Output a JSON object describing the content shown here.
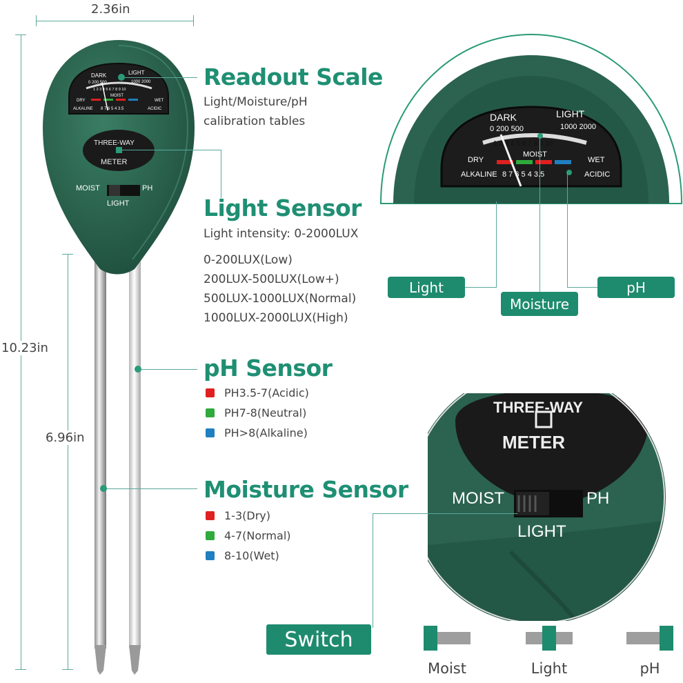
{
  "dimensions": {
    "width": "2.36in",
    "height": "10.23in",
    "probe_length": "6.96in"
  },
  "device": {
    "badge_top": "THREE-WAY",
    "badge_bottom": "METER",
    "switch_left": "MOIST",
    "switch_right": "PH",
    "switch_bottom": "LIGHT"
  },
  "scale": {
    "dark": "DARK",
    "light": "LIGHT",
    "lux_left": "0 200 500",
    "lux_right": "1000 2000",
    "moisture_digits": "1 2 3 4 5 6 7 8 9 10",
    "moist": "MOIST",
    "dry": "DRY",
    "wet": "WET",
    "alkaline": "ALKALINE",
    "acidic": "ACIDIC",
    "ph_digits": "8 7 6 5 4 3.5"
  },
  "readout": {
    "title": "Readout Scale",
    "lines": [
      "Light/Moisture/pH",
      "calibration tables"
    ]
  },
  "light_sensor": {
    "title": "Light Sensor",
    "intro": "Light intensity: 0-2000LUX",
    "ranges": [
      "0-200LUX(Low)",
      "200LUX-500LUX(Low+)",
      "500LUX-1000LUX(Normal)",
      "1000LUX-2000LUX(High)"
    ]
  },
  "ph_sensor": {
    "title": "pH Sensor",
    "items": [
      {
        "label": "PH3.5-7(Acidic)",
        "color": "#e02020"
      },
      {
        "label": "PH7-8(Neutral)",
        "color": "#2faa3c"
      },
      {
        "label": "PH>8(Alkaline)",
        "color": "#1f7fc0"
      }
    ]
  },
  "moisture_sensor": {
    "title": "Moisture Sensor",
    "items": [
      {
        "label": "1-3(Dry)",
        "color": "#e02020"
      },
      {
        "label": "4-7(Normal)",
        "color": "#2faa3c"
      },
      {
        "label": "8-10(Wet)",
        "color": "#1f7fc0"
      }
    ]
  },
  "callouts": {
    "light": "Light",
    "moisture": "Moisture",
    "ph": "pH",
    "switch": "Switch"
  },
  "switch_positions": [
    "Moist",
    "Light",
    "pH"
  ],
  "colors": {
    "accent": "#1e8b6e",
    "device_green": "#2e6b55",
    "dial_face": "#1c1c1c"
  }
}
